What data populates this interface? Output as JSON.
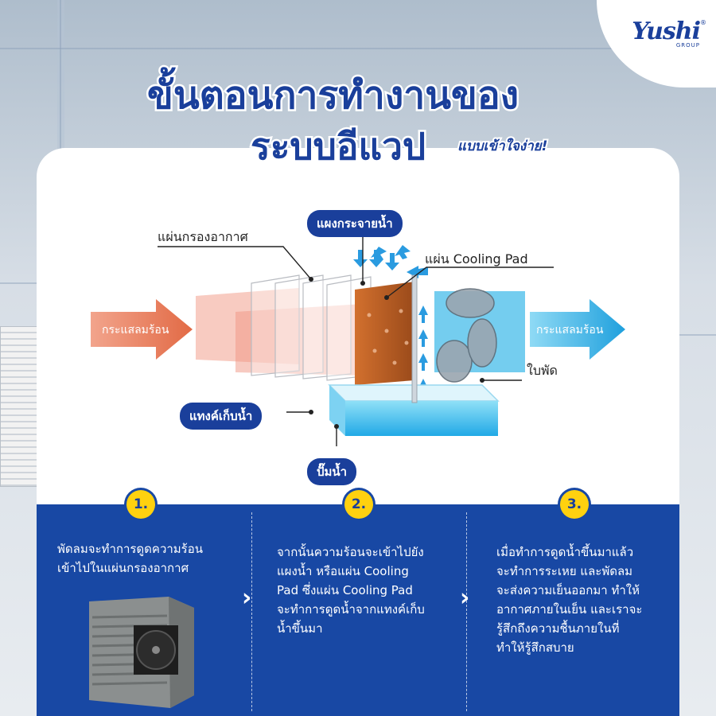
{
  "brand": {
    "name": "Yushi",
    "sub": "GROUP",
    "reg": "®"
  },
  "title": {
    "line1": "ขั้นตอนการทำงานของ",
    "line2": "ระบบอีแวป",
    "subtitle": "แบบเข้าใจง่าย!"
  },
  "diagram": {
    "labels": {
      "spray": "แผงกระจายน้ำ",
      "filter": "แผ่นกรองอากาศ",
      "pad": "แผ่น Cooling Pad",
      "hot_in": "กระแสลมร้อน",
      "hot_out": "กระแสลมร้อน",
      "fan": "ใบพัด",
      "tank": "แทงค์เก็บน้ำ",
      "pump": "ปั๊มน้ำ"
    },
    "colors": {
      "hot": "#e3805f",
      "cold": "#2aa7e0",
      "navy": "#1a3f9b"
    }
  },
  "steps": [
    {
      "num": "1.",
      "lines": [
        "พัดลมจะทำการดูดความร้อน",
        "เข้าไปในแผ่นกรองอากาศ"
      ]
    },
    {
      "num": "2.",
      "lines": [
        "จากนั้นความร้อนจะเข้าไปยัง",
        "แผงน้ำ หรือแผ่น Cooling",
        "Pad ซึ่งแผ่น Cooling Pad",
        "จะทำการดูดน้ำจากแทงค์เก็บ",
        "น้ำขึ้นมา"
      ]
    },
    {
      "num": "3.",
      "lines": [
        "เมื่อทำการดูดน้ำขึ้นมาแล้ว",
        "จะทำการระเหย และพัดลม",
        "จะส่งความเย็นออกมา ทำให้",
        "อากาศภายในเย็น และเราจะ",
        "รู้สึกถึงความชื้นภายในที่",
        "ทำให้รู้สึกสบาย"
      ]
    }
  ]
}
